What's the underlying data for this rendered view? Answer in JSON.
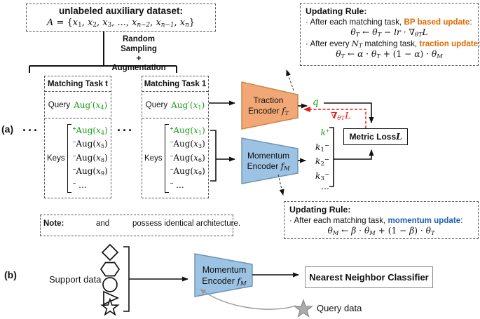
{
  "colors": {
    "green": "#1C9C1C",
    "red": "#DE1E1E",
    "orange": "#E06A00",
    "blue": "#1E62AE",
    "trap_orange": "#F2A876",
    "trap_orange_border": "#C8803E",
    "trap_blue": "#9CC3E4",
    "trap_blue_border": "#6B93B5",
    "gray": "#999999"
  },
  "panel_a_label": "(a)",
  "panel_b_label": "(b)",
  "dots_left": "···",
  "dots_mid": "···",
  "dataset_box": {
    "title": "unlabeled auxiliary dataset:",
    "formula": [
      {
        "t": "A",
        "f": true,
        "i": true
      },
      {
        "t": " = {",
        "f": true
      },
      {
        "t": "x",
        "f": true,
        "i": true
      },
      {
        "t": "1",
        "sub": true,
        "f": true
      },
      {
        "t": ", ",
        "f": true
      },
      {
        "t": "x",
        "f": true,
        "i": true
      },
      {
        "t": "2",
        "sub": true,
        "f": true
      },
      {
        "t": ", ",
        "f": true
      },
      {
        "t": "x",
        "f": true,
        "i": true
      },
      {
        "t": "3",
        "sub": true,
        "f": true
      },
      {
        "t": ", ..., ",
        "f": true
      },
      {
        "t": "x",
        "f": true,
        "i": true
      },
      {
        "t": "n−2",
        "sub": true,
        "f": true,
        "i": true
      },
      {
        "t": ", ",
        "f": true
      },
      {
        "t": "x",
        "f": true,
        "i": true
      },
      {
        "t": "n−1",
        "sub": true,
        "f": true,
        "i": true
      },
      {
        "t": ", ",
        "f": true
      },
      {
        "t": "x",
        "f": true,
        "i": true
      },
      {
        "t": "n",
        "sub": true,
        "f": true,
        "i": true
      },
      {
        "t": "}",
        "f": true
      }
    ]
  },
  "sampling": {
    "line1": "Random Sampling",
    "line2": "+",
    "line3": "Augmentation"
  },
  "task_t": {
    "title": "Matching Task t",
    "query_label": "Query",
    "query_value": [
      {
        "t": "Aug′(",
        "f": true,
        "c": "green"
      },
      {
        "t": "x",
        "f": true,
        "i": true,
        "c": "green"
      },
      {
        "t": "4",
        "sub": true,
        "f": true,
        "c": "green"
      },
      {
        "t": ")",
        "f": true,
        "c": "green"
      }
    ],
    "keys_label": "Keys",
    "keys": [
      [
        {
          "t": "+",
          "sup": true,
          "b": true,
          "c": "green"
        },
        {
          "t": "Aug(",
          "f": true,
          "c": "green"
        },
        {
          "t": "x",
          "f": true,
          "i": true,
          "c": "green"
        },
        {
          "t": "4",
          "sub": true,
          "f": true,
          "c": "green"
        },
        {
          "t": ")",
          "f": true,
          "c": "green"
        }
      ],
      [
        {
          "t": "−",
          "sup": true
        },
        {
          "t": "Aug(",
          "f": true
        },
        {
          "t": "x",
          "f": true,
          "i": true
        },
        {
          "t": "5",
          "sub": true,
          "f": true
        },
        {
          "t": ")",
          "f": true
        }
      ],
      [
        {
          "t": "−",
          "sup": true
        },
        {
          "t": "Aug(",
          "f": true
        },
        {
          "t": "x",
          "f": true,
          "i": true
        },
        {
          "t": "8",
          "sub": true,
          "f": true
        },
        {
          "t": ")",
          "f": true
        }
      ],
      [
        {
          "t": "−",
          "sup": true
        },
        {
          "t": "Aug(",
          "f": true
        },
        {
          "t": "x",
          "f": true,
          "i": true
        },
        {
          "t": "9",
          "sub": true,
          "f": true
        },
        {
          "t": ")",
          "f": true
        }
      ],
      [
        {
          "t": "−",
          "sup": true
        },
        {
          "t": " ...",
          "f": true
        }
      ]
    ]
  },
  "task_1": {
    "title": "Matching Task 1",
    "query_label": "Query",
    "query_value": [
      {
        "t": "Aug′(",
        "f": true,
        "c": "green"
      },
      {
        "t": "x",
        "f": true,
        "i": true,
        "c": "green"
      },
      {
        "t": "1",
        "sub": true,
        "f": true,
        "c": "green"
      },
      {
        "t": ")",
        "f": true,
        "c": "green"
      }
    ],
    "keys_label": "Keys",
    "keys": [
      [
        {
          "t": "+",
          "sup": true,
          "b": true,
          "c": "green"
        },
        {
          "t": "Aug(",
          "f": true,
          "c": "green"
        },
        {
          "t": "x",
          "f": true,
          "i": true,
          "c": "green"
        },
        {
          "t": "1",
          "sub": true,
          "f": true,
          "c": "green"
        },
        {
          "t": ")",
          "f": true,
          "c": "green"
        }
      ],
      [
        {
          "t": "−",
          "sup": true
        },
        {
          "t": "Aug(",
          "f": true
        },
        {
          "t": "x",
          "f": true,
          "i": true
        },
        {
          "t": "3",
          "sub": true,
          "f": true
        },
        {
          "t": ")",
          "f": true
        }
      ],
      [
        {
          "t": "−",
          "sup": true
        },
        {
          "t": "Aug(",
          "f": true
        },
        {
          "t": "x",
          "f": true,
          "i": true
        },
        {
          "t": "6",
          "sub": true,
          "f": true
        },
        {
          "t": ")",
          "f": true
        }
      ],
      [
        {
          "t": "−",
          "sup": true
        },
        {
          "t": "Aug(",
          "f": true
        },
        {
          "t": "x",
          "f": true,
          "i": true
        },
        {
          "t": "9",
          "sub": true,
          "f": true
        },
        {
          "t": ")",
          "f": true
        }
      ],
      [
        {
          "t": "−",
          "sup": true
        },
        {
          "t": " ...",
          "f": true
        }
      ]
    ]
  },
  "traction_encoder": {
    "line1": "Traction",
    "line2": [
      {
        "t": "Encoder "
      },
      {
        "t": "f",
        "f": true,
        "i": true
      },
      {
        "t": "T",
        "sub": true,
        "f": true,
        "i": true
      }
    ]
  },
  "momentum_encoder_a": {
    "line1": "Momentum",
    "line2": [
      {
        "t": "Encoder "
      },
      {
        "t": "f",
        "f": true,
        "i": true
      },
      {
        "t": "M",
        "sub": true,
        "f": true,
        "i": true
      }
    ]
  },
  "q_label": [
    {
      "t": "q",
      "f": true,
      "i": true,
      "c": "green"
    }
  ],
  "grad_label": [
    {
      "t": "∇",
      "f": true,
      "b": true,
      "c": "red"
    },
    {
      "t": "θT",
      "sub": true,
      "f": true,
      "i": true,
      "c": "red"
    },
    {
      "t": "L",
      "f": true,
      "i": true,
      "c": "red"
    }
  ],
  "metric_loss_label": [
    {
      "t": "Metric Loss ",
      "b": true
    },
    {
      "t": "L",
      "f": true,
      "i": true,
      "b": true
    }
  ],
  "k_outputs": [
    [
      {
        "t": "k",
        "f": true,
        "i": true,
        "c": "green"
      },
      {
        "t": "+",
        "sup": true,
        "c": "green"
      }
    ],
    [
      {
        "t": "k",
        "f": true,
        "i": true
      },
      {
        "t": "1",
        "sub": true,
        "f": true
      },
      {
        "t": "−",
        "sup": true,
        "f": true
      }
    ],
    [
      {
        "t": "k",
        "f": true,
        "i": true
      },
      {
        "t": "2",
        "sub": true,
        "f": true
      },
      {
        "t": "−",
        "sup": true,
        "f": true
      }
    ],
    [
      {
        "t": "k",
        "f": true,
        "i": true
      },
      {
        "t": "3",
        "sub": true,
        "f": true
      },
      {
        "t": "−",
        "sup": true,
        "f": true
      }
    ],
    [
      {
        "t": "...",
        "f": true
      }
    ]
  ],
  "update_top": {
    "title": "Updating Rule:",
    "bullet1": [
      {
        "t": "· After each matching task, "
      },
      {
        "t": "BP based update",
        "b": true,
        "c": "orange"
      },
      {
        "t": ":"
      }
    ],
    "eq1": [
      {
        "t": "θ",
        "f": true,
        "i": true
      },
      {
        "t": "T",
        "sub": true,
        "f": true,
        "i": true
      },
      {
        "t": " ← ",
        "f": true
      },
      {
        "t": "θ",
        "f": true,
        "i": true
      },
      {
        "t": "T",
        "sub": true,
        "f": true,
        "i": true
      },
      {
        "t": " − ",
        "f": true
      },
      {
        "t": "lr",
        "f": true,
        "i": true
      },
      {
        "t": " · ",
        "f": true
      },
      {
        "t": "∇",
        "f": true
      },
      {
        "t": "θT",
        "sub": true,
        "f": true,
        "i": true
      },
      {
        "t": "L",
        "f": true,
        "i": true
      }
    ],
    "bullet2": [
      {
        "t": "· After every "
      },
      {
        "t": "N",
        "f": true,
        "i": true
      },
      {
        "t": "T",
        "sub": true,
        "f": true,
        "i": true
      },
      {
        "t": " matching task, "
      },
      {
        "t": "traction update",
        "b": true,
        "c": "orange"
      },
      {
        "t": ":"
      }
    ],
    "eq2": [
      {
        "t": "θ",
        "f": true,
        "i": true
      },
      {
        "t": "T",
        "sub": true,
        "f": true,
        "i": true
      },
      {
        "t": " ← ",
        "f": true
      },
      {
        "t": "α",
        "f": true,
        "i": true
      },
      {
        "t": " · ",
        "f": true
      },
      {
        "t": "θ",
        "f": true,
        "i": true
      },
      {
        "t": "T",
        "sub": true,
        "f": true,
        "i": true
      },
      {
        "t": " + (1 − ",
        "f": true
      },
      {
        "t": "α",
        "f": true,
        "i": true
      },
      {
        "t": ") · ",
        "f": true
      },
      {
        "t": "θ",
        "f": true,
        "i": true
      },
      {
        "t": "M",
        "sub": true,
        "f": true,
        "i": true
      }
    ]
  },
  "update_bottom": {
    "title": "Updating Rule:",
    "bullet1": [
      {
        "t": "· After each matching task, "
      },
      {
        "t": "momentum update",
        "b": true,
        "c": "blue"
      },
      {
        "t": ":"
      }
    ],
    "eq1": [
      {
        "t": "θ",
        "f": true,
        "i": true
      },
      {
        "t": "M",
        "sub": true,
        "f": true,
        "i": true
      },
      {
        "t": " ← ",
        "f": true
      },
      {
        "t": "β",
        "f": true,
        "i": true
      },
      {
        "t": " · ",
        "f": true
      },
      {
        "t": "θ",
        "f": true,
        "i": true
      },
      {
        "t": "M",
        "sub": true,
        "f": true,
        "i": true
      },
      {
        "t": " + (1 − ",
        "f": true
      },
      {
        "t": "β",
        "f": true,
        "i": true
      },
      {
        "t": ") · ",
        "f": true
      },
      {
        "t": "θ",
        "f": true,
        "i": true
      },
      {
        "t": "T",
        "sub": true,
        "f": true,
        "i": true
      }
    ]
  },
  "note": {
    "label": "Note:",
    "and": "and",
    "rest": "possess identical architecture."
  },
  "panel_b": {
    "support_label": "Support data",
    "query_label": "Query data",
    "encoder": {
      "line1": "Momentum",
      "line2": [
        {
          "t": "Encoder "
        },
        {
          "t": "f",
          "f": true,
          "i": true
        },
        {
          "t": "M",
          "sub": true,
          "f": true,
          "i": true
        }
      ]
    },
    "classifier_label": "Nearest Neighbor Classifier"
  }
}
